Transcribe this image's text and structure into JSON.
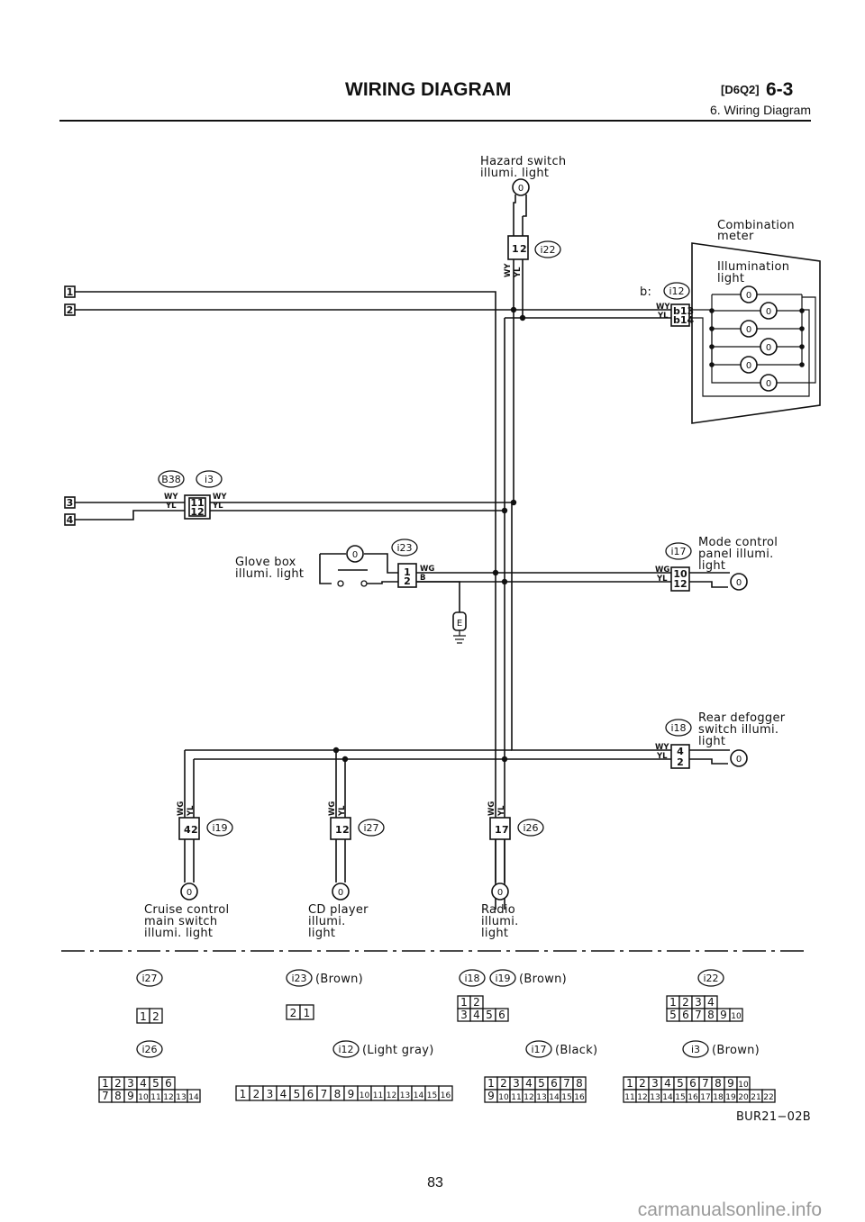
{
  "header": {
    "title": "WIRING DIAGRAM",
    "code": "[D6Q2]",
    "section": "6-3",
    "subtitle": "6. Wiring Diagram"
  },
  "terminals": [
    "1",
    "2",
    "3",
    "4"
  ],
  "components": {
    "hazard": [
      "Hazard switch",
      "illumi. light"
    ],
    "combination_meter": [
      "Combination",
      "meter"
    ],
    "illumination_light": [
      "Illumination",
      "light"
    ],
    "meter_connector_prefix": "b:",
    "glove_box": [
      "Glove box",
      "illumi. light"
    ],
    "mode_control": [
      "Mode control",
      "panel illumi.",
      "light"
    ],
    "rear_defogger": [
      "Rear defogger",
      "switch illumi.",
      "light"
    ],
    "cruise_control": [
      "Cruise control",
      "main switch",
      "illumi. light"
    ],
    "cd_player": [
      "CD player",
      "illumi.",
      "light"
    ],
    "radio": [
      "Radio",
      "illumi.",
      "light"
    ],
    "ground_symbol": "E"
  },
  "connectors": {
    "i22": "i22",
    "i12": "i12",
    "B38": "B38",
    "i3": "i3",
    "i23": "i23",
    "i17": "i17",
    "i18": "i18",
    "i19": "i19",
    "i27": "i27",
    "i26": "i26"
  },
  "wire_colors": {
    "wy": "WY",
    "yl": "YL",
    "wg": "WG",
    "b": "B"
  },
  "pins": {
    "i22": [
      "1",
      "2"
    ],
    "meter": [
      "b13",
      "b14"
    ],
    "i3": [
      "11",
      "12"
    ],
    "i23": [
      "1",
      "2"
    ],
    "i17": [
      "10",
      "12"
    ],
    "i18": [
      "4",
      "2"
    ],
    "i19": [
      "4",
      "2"
    ],
    "i27": [
      "1",
      "2"
    ],
    "i26": [
      "1",
      "7"
    ]
  },
  "legend": {
    "row1": [
      {
        "connector": "i27",
        "color": "",
        "pins": [
          "1",
          "2"
        ]
      },
      {
        "connector": "i23",
        "color": "(Brown)",
        "pins": [
          "2",
          "1"
        ]
      },
      {
        "connector": "i18",
        "connector2": "i19",
        "color": "(Brown)",
        "top": [
          "1",
          "2"
        ],
        "bottom": [
          "3",
          "4",
          "5",
          "6"
        ]
      },
      {
        "connector": "i22",
        "color": "",
        "top": [
          "1",
          "2",
          "3",
          "4"
        ],
        "bottom": [
          "5",
          "6",
          "7",
          "8",
          "9",
          "10"
        ]
      }
    ],
    "row2": [
      {
        "connector": "i26",
        "color": "",
        "top": [
          "1",
          "2",
          "3",
          "4",
          "5",
          "6"
        ],
        "bottom": [
          "7",
          "8",
          "9",
          "10",
          "11",
          "12",
          "13",
          "14"
        ]
      },
      {
        "connector": "i12",
        "color": "(Light gray)",
        "pins": [
          "1",
          "2",
          "3",
          "4",
          "5",
          "6",
          "7",
          "8",
          "9",
          "10",
          "11",
          "12",
          "13",
          "14",
          "15",
          "16"
        ]
      },
      {
        "connector": "i17",
        "color": "(Black)",
        "top": [
          "1",
          "2",
          "3",
          "4",
          "5",
          "6",
          "7",
          "8"
        ],
        "bottom": [
          "9",
          "10",
          "11",
          "12",
          "13",
          "14",
          "15",
          "16"
        ]
      },
      {
        "connector": "i3",
        "color": "(Brown)",
        "top": [
          "1",
          "2",
          "3",
          "4",
          "5",
          "6",
          "7",
          "8",
          "9",
          "10"
        ],
        "bottom": [
          "11",
          "12",
          "13",
          "14",
          "15",
          "16",
          "17",
          "18",
          "19",
          "20",
          "21",
          "22"
        ]
      }
    ]
  },
  "figure_code": "BUR21−02B",
  "page_number": "83",
  "watermark": "carmanualsonline.info"
}
